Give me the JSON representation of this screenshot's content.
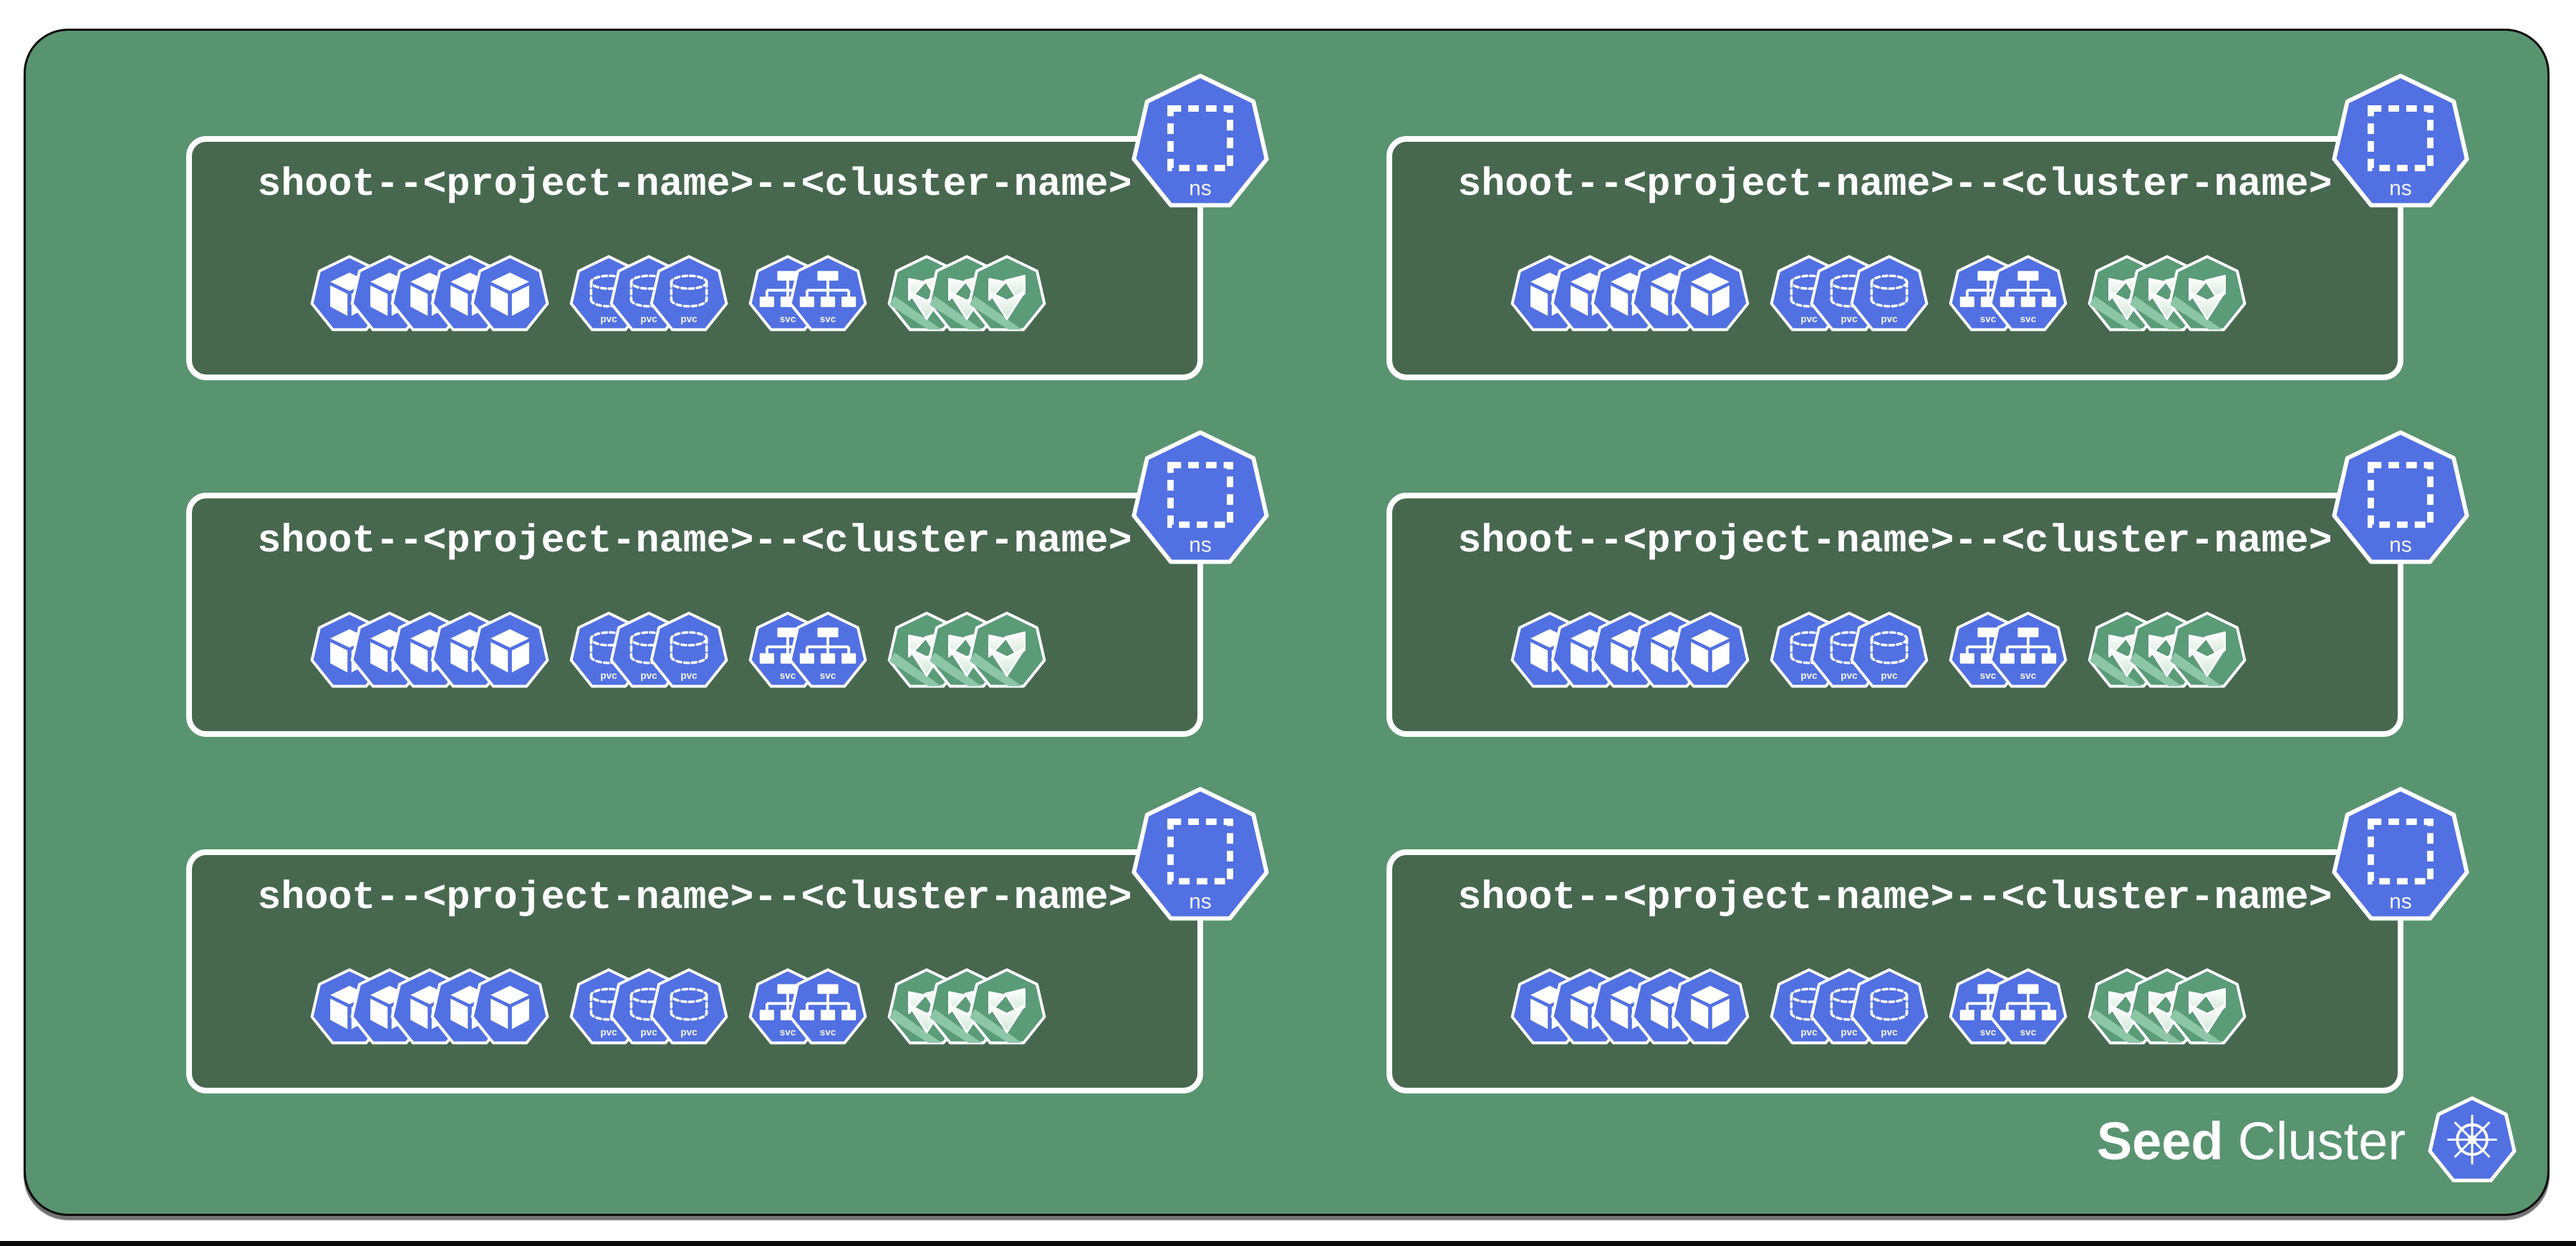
{
  "page": {
    "background": "#ffffff"
  },
  "seed_cluster": {
    "label_bold": "Seed",
    "label_regular": "Cluster",
    "icon": "kubernetes-helm-icon",
    "background": "#589470",
    "border_color": "#0a0a0a"
  },
  "namespace_badge": {
    "label": "ns",
    "icon": "namespace-icon",
    "color": "#5170E2"
  },
  "colors": {
    "kubernetes_blue": "#5170E2",
    "canvas_green": "#589470",
    "box_green": "#47684F",
    "gardener_icon_green": "#5A9B78",
    "stripe_green": "#8CC6A6",
    "white": "#ffffff"
  },
  "boxes": [
    {
      "title": "shoot--<project-name>--<cluster-name>",
      "icon_groups": [
        {
          "type": "pod",
          "icon": "pod-icon",
          "label": "",
          "count": 5
        },
        {
          "type": "pvc",
          "icon": "pvc-icon",
          "label": "pvc",
          "count": 3
        },
        {
          "type": "svc",
          "icon": "svc-icon",
          "label": "svc",
          "count": 2
        },
        {
          "type": "gardener",
          "icon": "gardener-flower-icon",
          "label": "",
          "count": 3
        }
      ]
    },
    {
      "title": "shoot--<project-name>--<cluster-name>",
      "icon_groups": [
        {
          "type": "pod",
          "icon": "pod-icon",
          "label": "",
          "count": 5
        },
        {
          "type": "pvc",
          "icon": "pvc-icon",
          "label": "pvc",
          "count": 3
        },
        {
          "type": "svc",
          "icon": "svc-icon",
          "label": "svc",
          "count": 2
        },
        {
          "type": "gardener",
          "icon": "gardener-flower-icon",
          "label": "",
          "count": 3
        }
      ]
    },
    {
      "title": "shoot--<project-name>--<cluster-name>",
      "icon_groups": [
        {
          "type": "pod",
          "icon": "pod-icon",
          "label": "",
          "count": 5
        },
        {
          "type": "pvc",
          "icon": "pvc-icon",
          "label": "pvc",
          "count": 3
        },
        {
          "type": "svc",
          "icon": "svc-icon",
          "label": "svc",
          "count": 2
        },
        {
          "type": "gardener",
          "icon": "gardener-flower-icon",
          "label": "",
          "count": 3
        }
      ]
    },
    {
      "title": "shoot--<project-name>--<cluster-name>",
      "icon_groups": [
        {
          "type": "pod",
          "icon": "pod-icon",
          "label": "",
          "count": 5
        },
        {
          "type": "pvc",
          "icon": "pvc-icon",
          "label": "pvc",
          "count": 3
        },
        {
          "type": "svc",
          "icon": "svc-icon",
          "label": "svc",
          "count": 2
        },
        {
          "type": "gardener",
          "icon": "gardener-flower-icon",
          "label": "",
          "count": 3
        }
      ]
    },
    {
      "title": "shoot--<project-name>--<cluster-name>",
      "icon_groups": [
        {
          "type": "pod",
          "icon": "pod-icon",
          "label": "",
          "count": 5
        },
        {
          "type": "pvc",
          "icon": "pvc-icon",
          "label": "pvc",
          "count": 3
        },
        {
          "type": "svc",
          "icon": "svc-icon",
          "label": "svc",
          "count": 2
        },
        {
          "type": "gardener",
          "icon": "gardener-flower-icon",
          "label": "",
          "count": 3
        }
      ]
    },
    {
      "title": "shoot--<project-name>--<cluster-name>",
      "icon_groups": [
        {
          "type": "pod",
          "icon": "pod-icon",
          "label": "",
          "count": 5
        },
        {
          "type": "pvc",
          "icon": "pvc-icon",
          "label": "pvc",
          "count": 3
        },
        {
          "type": "svc",
          "icon": "svc-icon",
          "label": "svc",
          "count": 2
        },
        {
          "type": "gardener",
          "icon": "gardener-flower-icon",
          "label": "",
          "count": 3
        }
      ]
    }
  ]
}
